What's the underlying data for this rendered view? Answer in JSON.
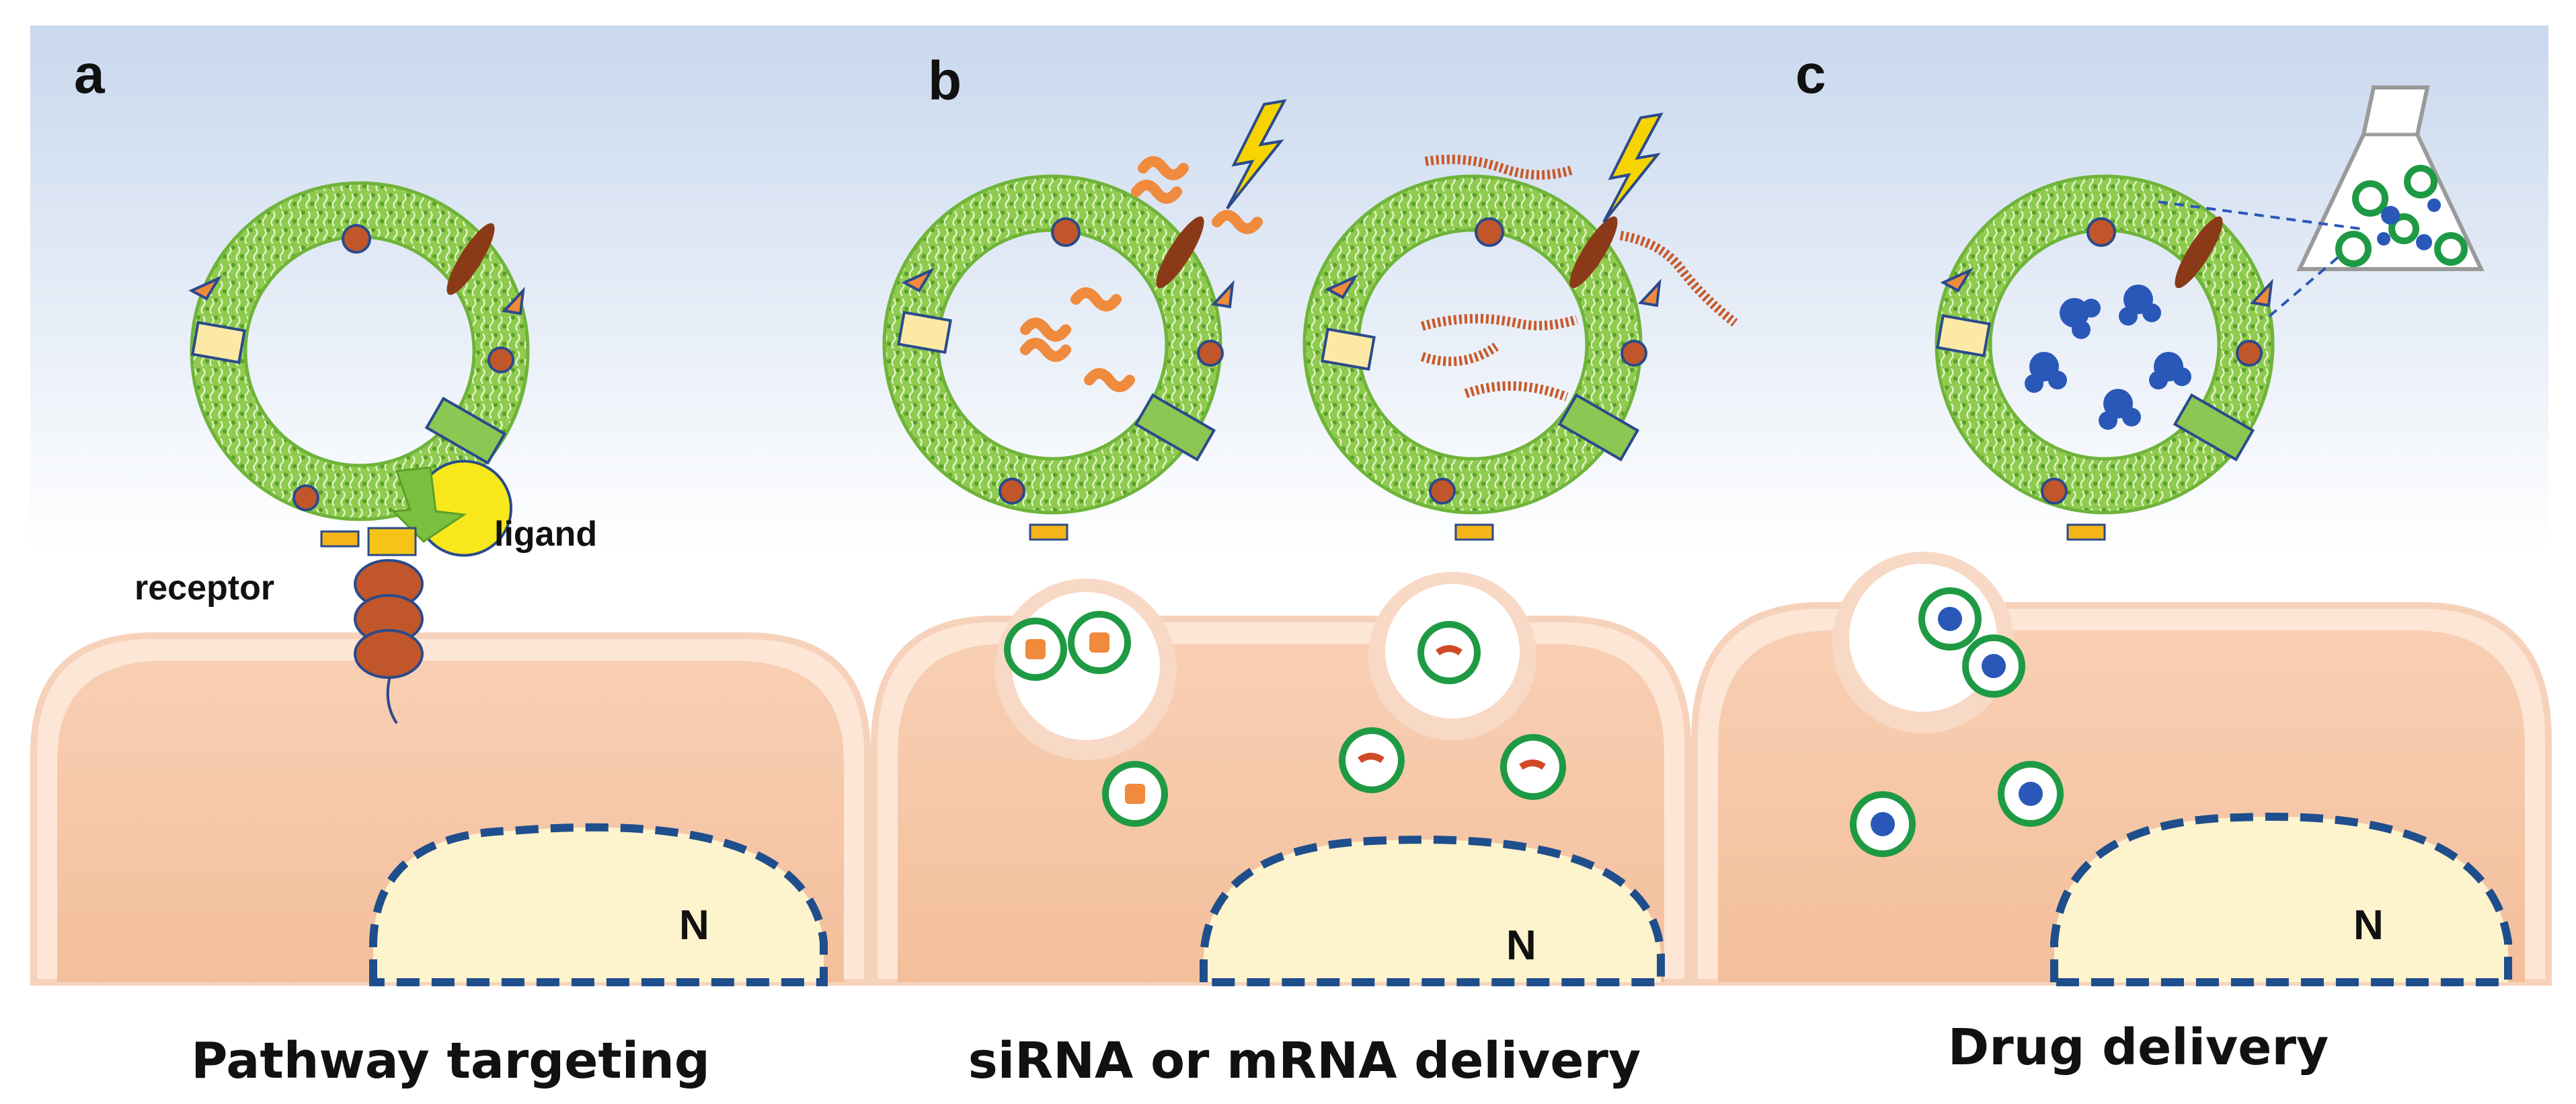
{
  "panels": [
    {
      "letter": "a",
      "caption": "Pathway targeting",
      "nucleus": "N"
    },
    {
      "letter": "b",
      "caption": "siRNA or mRNA delivery",
      "nucleus": "N"
    },
    {
      "letter": "c",
      "caption": "Drug delivery",
      "nucleus": "N"
    }
  ],
  "labels": {
    "receptor": "receptor",
    "ligand": "ligand"
  },
  "colors": {
    "background_top": "#c9d9ef",
    "membrane_green": "#7cbf3f",
    "lipid_dot": "#5aa02a",
    "cell_fill": "#f5c4a3",
    "cell_border": "#fbe2d2",
    "nucleus_fill": "#fdf3cc",
    "nucleus_border": "#1f4e8c",
    "protein_brown": "#c0562a",
    "sirna_orange": "#f08a3c",
    "mrna_red": "#d04a28",
    "drug_blue": "#2a58b8",
    "bolt_yellow": "#f6d400",
    "ligand_yellow": "#f6e81a",
    "endosome_green": "#1f9a44"
  },
  "icons": {
    "lightning": "lightning-bolt-icon",
    "flask": "flask-icon"
  }
}
